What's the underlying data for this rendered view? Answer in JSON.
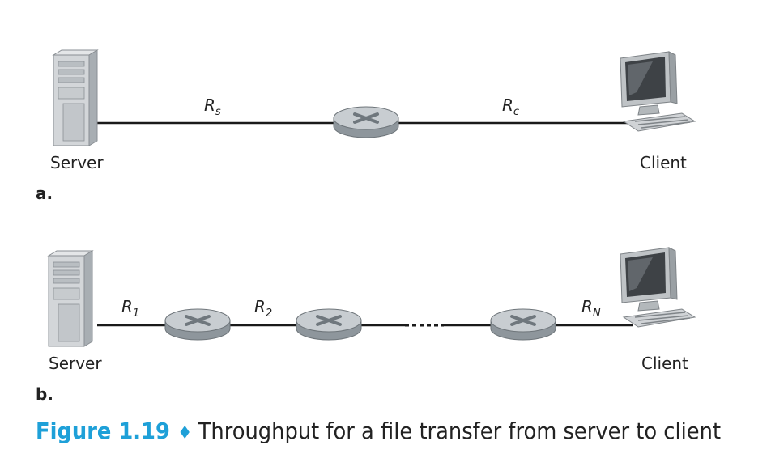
{
  "diagram_a": {
    "part_label": "a.",
    "server_label": "Server",
    "client_label": "Client",
    "links": [
      {
        "base": "R",
        "sub": "s"
      },
      {
        "base": "R",
        "sub": "c"
      }
    ]
  },
  "diagram_b": {
    "part_label": "b.",
    "server_label": "Server",
    "client_label": "Client",
    "links": [
      {
        "base": "R",
        "sub": "1"
      },
      {
        "base": "R",
        "sub": "2"
      },
      {
        "base": "R",
        "sub": "N"
      }
    ]
  },
  "caption": {
    "figure_number": "Figure 1.19",
    "separator": "♦",
    "text": "Throughput for a file transfer from server to client"
  },
  "colors": {
    "accent": "#1ea0d8",
    "line": "#1a1a1a",
    "router_top": "#c8cdd1",
    "router_side": "#8e969c"
  },
  "icons": [
    "server-icon",
    "router-icon",
    "computer-icon"
  ]
}
